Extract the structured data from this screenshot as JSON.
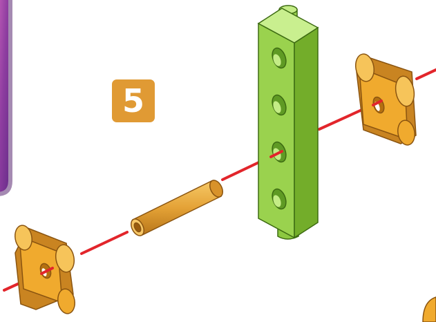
{
  "step": {
    "number": "5"
  },
  "colors": {
    "guide_line": "#e2252b",
    "green_part": "#98d34a",
    "green_dark": "#5f9a24",
    "orange_part": "#f0aa2e",
    "orange_dark": "#b56f12",
    "badge": "#e09a34",
    "side_panel": "#8e3da0"
  },
  "icons": [
    "step-number-badge",
    "green-axle-holder-rod",
    "orange-spacer-tube",
    "orange-axle-clip"
  ]
}
